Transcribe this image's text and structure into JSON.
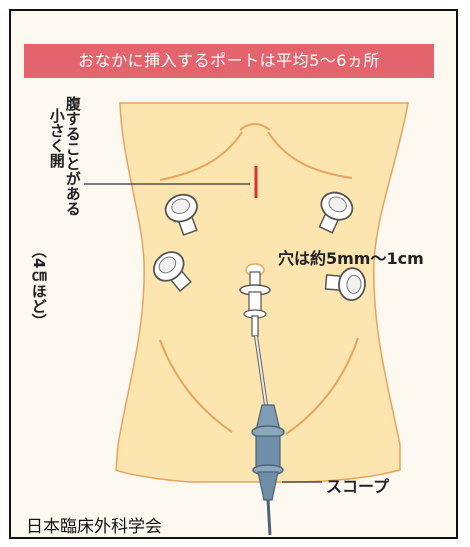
{
  "banner": {
    "text": "おなかに挿入するポートは平均5～6ヵ所"
  },
  "incision_label": {
    "col1": "小さく開",
    "col2": "腹することがある",
    "col3": "（4㎝ほど）",
    "col4": ""
  },
  "port_size_label": "穴は約5mm～1cm",
  "scope_label": "スコープ",
  "credit": "日本臨床外科学会",
  "colors": {
    "banner": "#e4646e",
    "abdomen": "#fde5b0",
    "outline": "#e8a35c",
    "incision": "#d63333",
    "scope": "#6f8fa8"
  },
  "icons": [
    "trocar-port-icon",
    "endoscope-icon",
    "incision-mark-icon"
  ]
}
